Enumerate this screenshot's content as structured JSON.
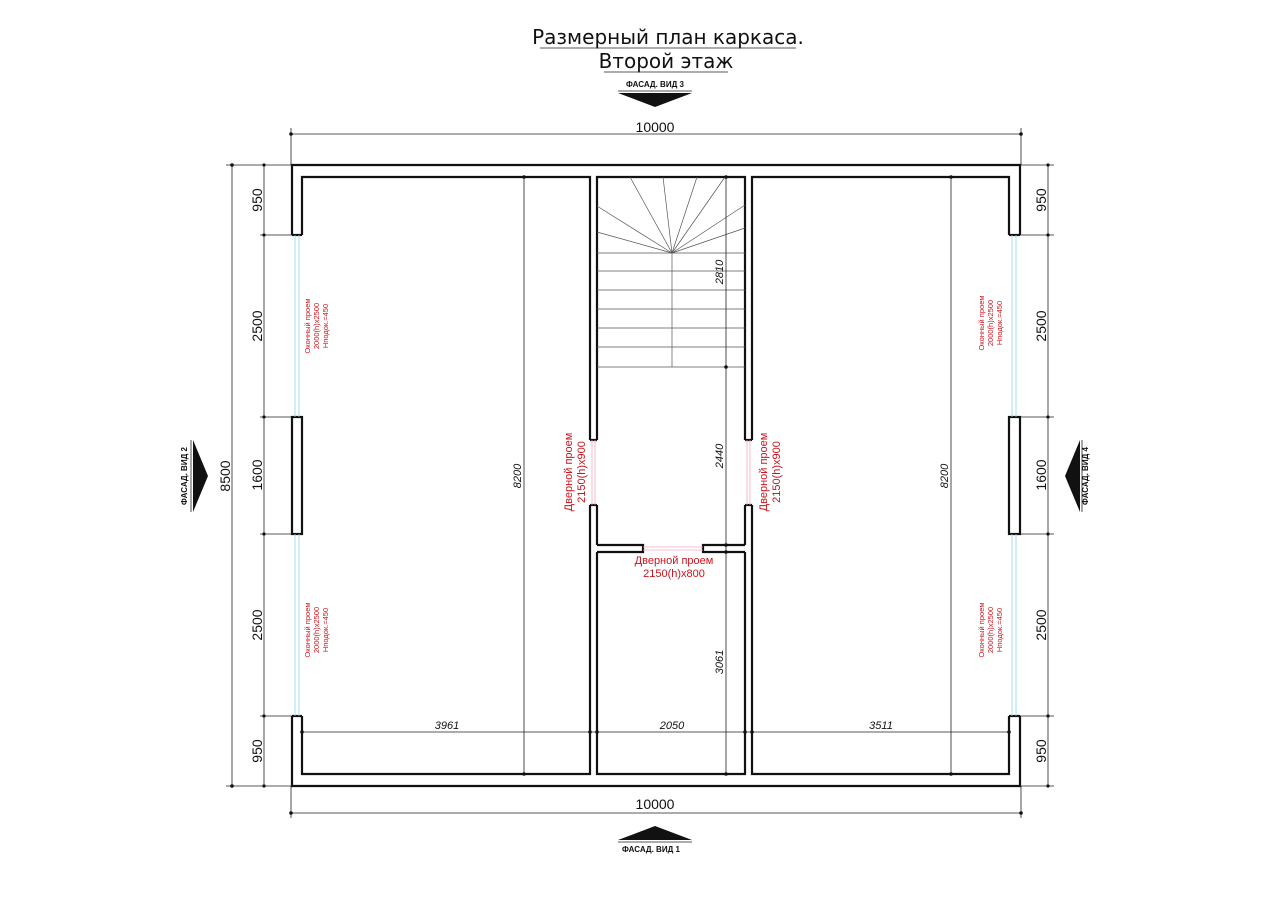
{
  "title": {
    "line1": "Размерный план каркаса.",
    "line2": "Второй этаж"
  },
  "facades": {
    "top": "ФАСАД. ВИД 3",
    "bottom": "ФАСАД. ВИД 1",
    "left": "ФАСАД. ВИД 2",
    "right": "ФАСАД. ВИД 4"
  },
  "dimensions": {
    "overall_width_top": "10000",
    "overall_width_bottom": "10000",
    "overall_height": "8500",
    "left_segments": [
      "950",
      "2500",
      "1600",
      "2500",
      "950"
    ],
    "right_segments": [
      "950",
      "2500",
      "1600",
      "2500",
      "950"
    ],
    "left_room_height": "8200",
    "right_room_height": "8200",
    "stair_length": "2810",
    "hall_length": "2440",
    "lower_room_length": "3061",
    "left_room_width": "3961",
    "center_width": "2050",
    "right_room_width": "3511"
  },
  "openings": {
    "window_line1": "Оконный проем",
    "window_line2": "2000(h)x2500",
    "window_line3": "Нподок.=450",
    "door_line1": "Дверной проем",
    "door_side_line2": "2150(h)x900",
    "door_bottom_line2": "2150(h)x800"
  },
  "colors": {
    "annotation_red": "#c8141e",
    "glass_blue": "#8fd6ea",
    "wall": "#111111"
  }
}
